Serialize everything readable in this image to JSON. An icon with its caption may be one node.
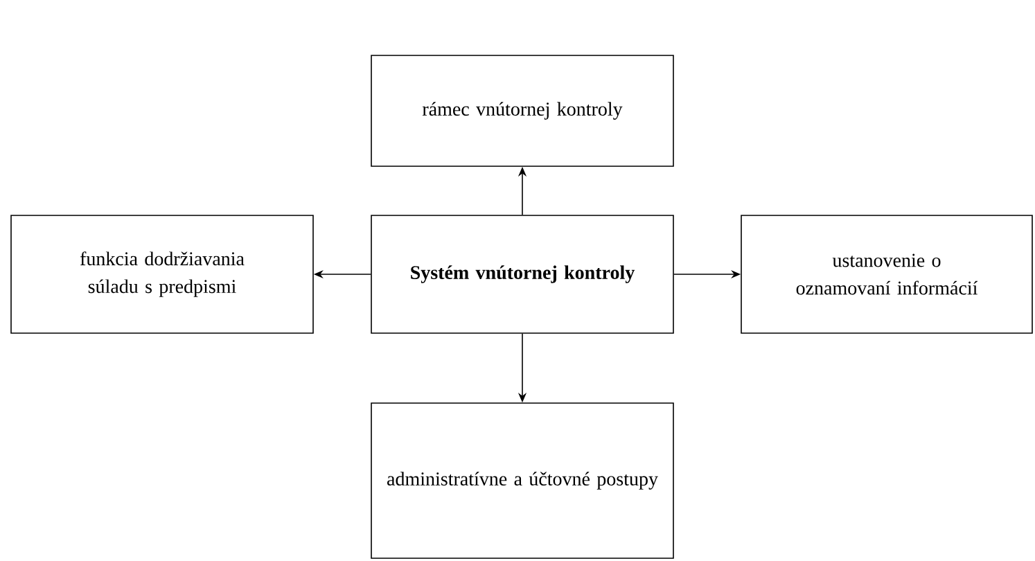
{
  "diagram": {
    "nodes": [
      {
        "text": [
          "Systém vnútornej kontroly"
        ]
      },
      {
        "text": [
          "rámec vnútornej kontroly"
        ]
      },
      {
        "text": [
          "funkcia dodržiavania súladu s predpismi"
        ]
      },
      {
        "text": [
          "ustanovenie o oznamovaní informácií"
        ]
      },
      {
        "text": [
          "administratívne a účtovné postupy"
        ]
      }
    ],
    "edges": [
      {
        "from": 0,
        "to": 1,
        "arrow": "to"
      },
      {
        "from": 0,
        "to": 2,
        "arrow": "to"
      },
      {
        "from": 0,
        "to": 3,
        "arrow": "to"
      },
      {
        "from": 0,
        "to": 4,
        "arrow": "to"
      }
    ]
  }
}
